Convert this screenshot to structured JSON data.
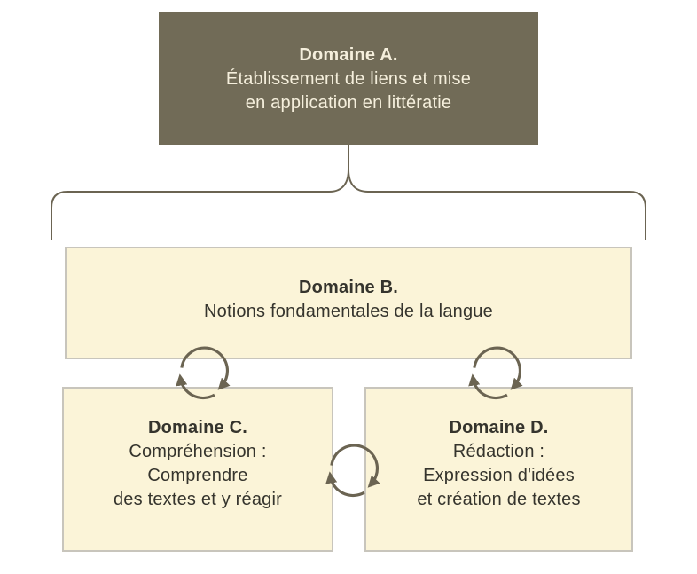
{
  "colors": {
    "dark_box_bg": "#716B57",
    "dark_box_text": "#F5EFDC",
    "light_box_bg": "#FBF4D8",
    "light_box_border": "#C8C5BC",
    "connector": "#6B6452",
    "dark_text": "#35342D",
    "background": "#FFFFFF"
  },
  "icons": {
    "cycle": "cycle-arrows-icon",
    "brace": "brace-connector"
  },
  "domains": {
    "a": {
      "title": "Domaine A.",
      "description": "Établissement de liens et mise en application en littératie",
      "lines": [
        "Établissement de liens et mise",
        "en application en littératie"
      ]
    },
    "b": {
      "title": "Domaine B.",
      "description": "Notions fondamentales de la langue",
      "lines": [
        "Notions fondamentales de la langue"
      ]
    },
    "c": {
      "title": "Domaine C.",
      "description": "Compréhension : Comprendre des textes et y réagir",
      "lines": [
        "Compréhension :",
        "Comprendre",
        "des textes et y réagir"
      ]
    },
    "d": {
      "title": "Domaine D.",
      "description": "Rédaction : Expression d'idées et création de textes",
      "lines": [
        "Rédaction :",
        "Expression d'idées",
        "et création de textes"
      ]
    }
  }
}
